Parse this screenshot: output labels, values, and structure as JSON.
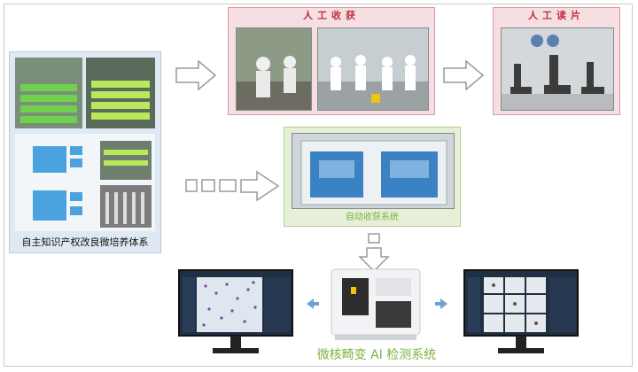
{
  "labels": {
    "manual_harvest": "人工收获",
    "manual_reading": "人工读片",
    "auto_harvest_system": "自动收获系统",
    "ip_culture_system": "自主知识产权改良微培养体系",
    "ai_detection_system": "微核畸变 AI 检测系统"
  },
  "colors": {
    "pink_fill": "#f6dfe2",
    "pink_border": "#d99aa2",
    "pink_text": "#c0303a",
    "green_fill": "#e6f0d8",
    "green_border": "#b4cf95",
    "green_text": "#7ab33d",
    "blue_panel": "#dfe9f3",
    "arrow_fill": "#ffffff",
    "arrow_stroke": "#9a9a9a",
    "blue_arrow": "#6f9fd8"
  },
  "icons": [
    "arrow-right-icon",
    "arrow-down-icon",
    "arrow-left-icon",
    "monitor-icon",
    "analyzer-icon"
  ]
}
